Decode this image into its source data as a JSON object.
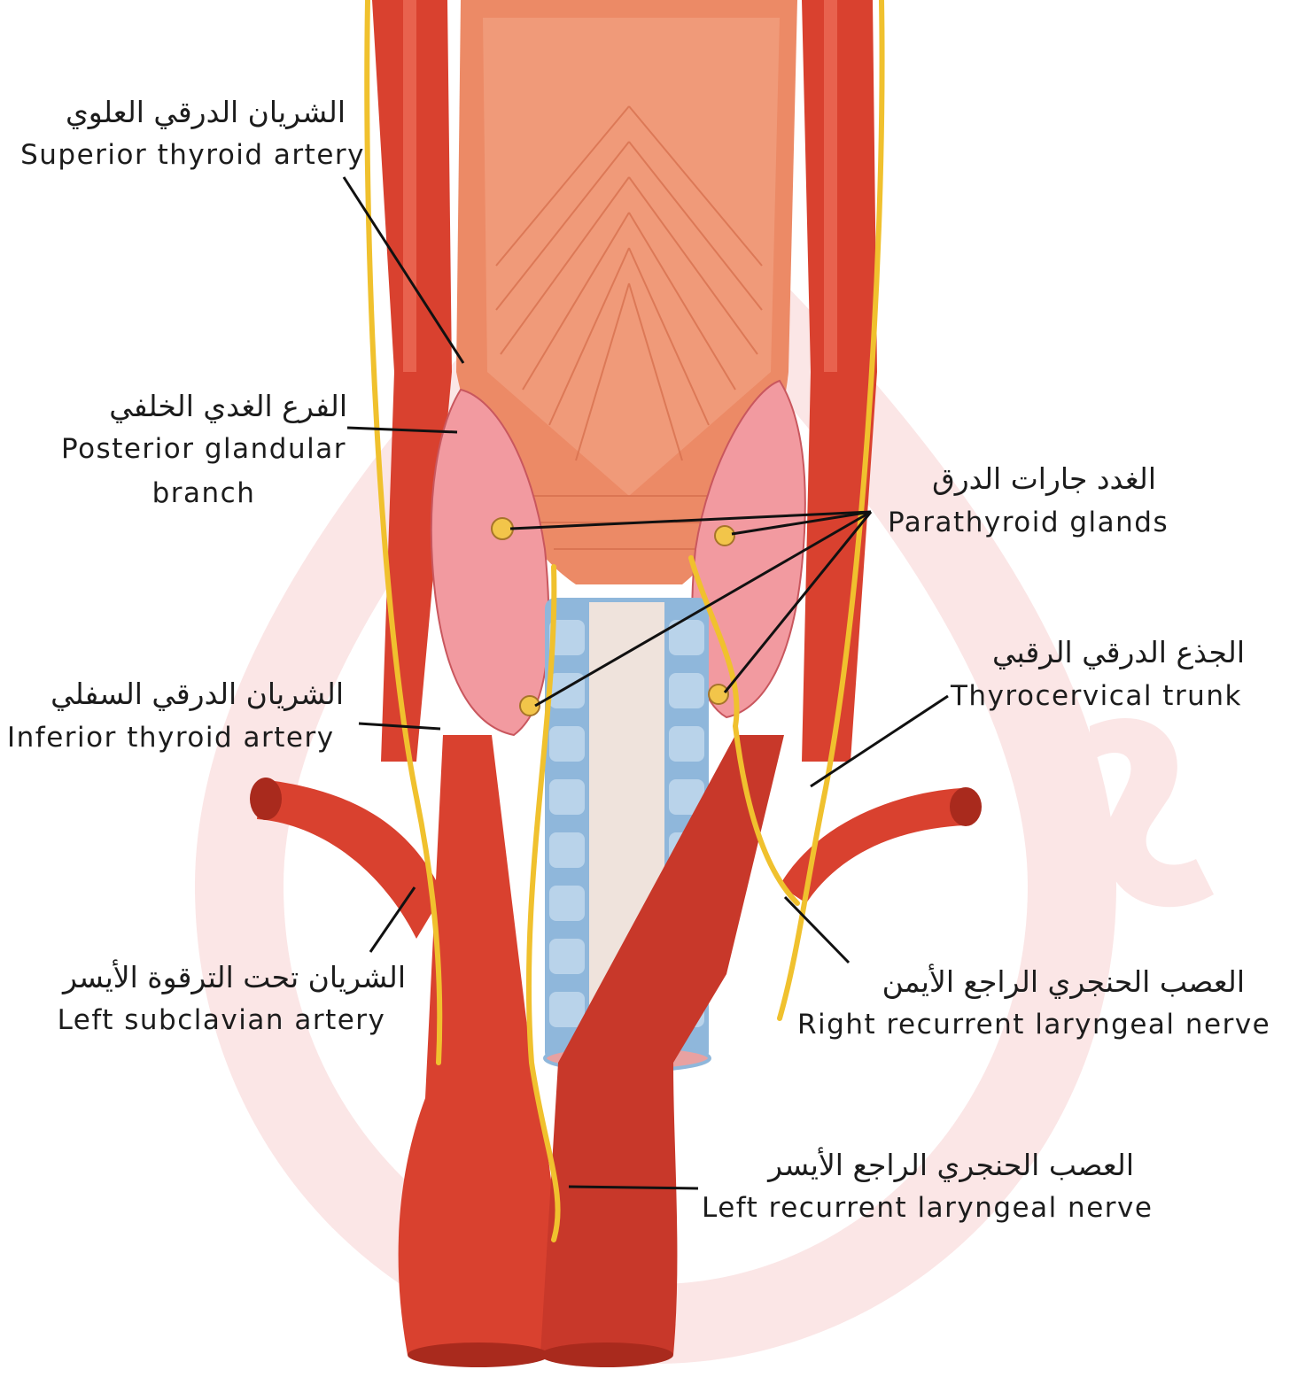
{
  "colors": {
    "artery": "#d9412f",
    "artery_dark": "#a92a1d",
    "muscle": "#ec8a66",
    "gland": "#f29aa0",
    "cartilage": "#8fb7db",
    "nerve": "#f0c12e",
    "watermark": "#fbe7e7",
    "leader": "#111111"
  },
  "labels": {
    "superior_thyroid_artery": {
      "ar": "الشريان الدرقي العلوي",
      "en": "Superior thyroid artery"
    },
    "posterior_glandular_branch": {
      "ar": "الفرع الغدي الخلفي",
      "en1": "Posterior glandular",
      "en2": "branch"
    },
    "parathyroid_glands": {
      "ar": "الغدد جارات الدرق",
      "en": "Parathyroid glands"
    },
    "thyrocervical_trunk": {
      "ar": "الجذع الدرقي الرقبي",
      "en": "Thyrocervical trunk"
    },
    "inferior_thyroid_artery": {
      "ar": "الشريان الدرقي السفلي",
      "en": "Inferior thyroid artery"
    },
    "left_subclavian_artery": {
      "ar": "الشريان تحت الترقوة الأيسر",
      "en": "Left subclavian artery"
    },
    "right_recurrent_laryngeal_nerve": {
      "ar": "العصب الحنجري الراجع الأيمن",
      "en": "Right recurrent laryngeal nerve"
    },
    "left_recurrent_laryngeal_nerve": {
      "ar": "العصب الحنجري الراجع الأيسر",
      "en": "Left recurrent laryngeal nerve"
    }
  }
}
